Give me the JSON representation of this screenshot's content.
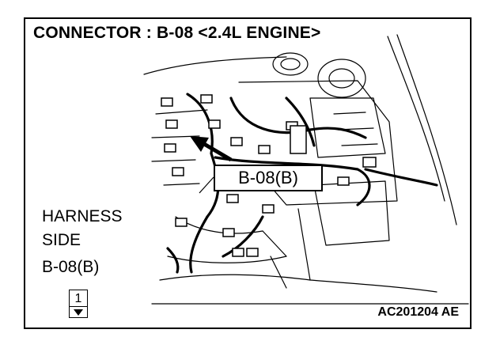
{
  "title": "CONNECTOR : B-08 <2.4L ENGINE>",
  "callout_label": "B-08(B)",
  "harness": {
    "line1": "HARNESS",
    "line2": "SIDE",
    "connector": "B-08(B)"
  },
  "connector_pin": "1",
  "figure_code": "AC201204 AE"
}
